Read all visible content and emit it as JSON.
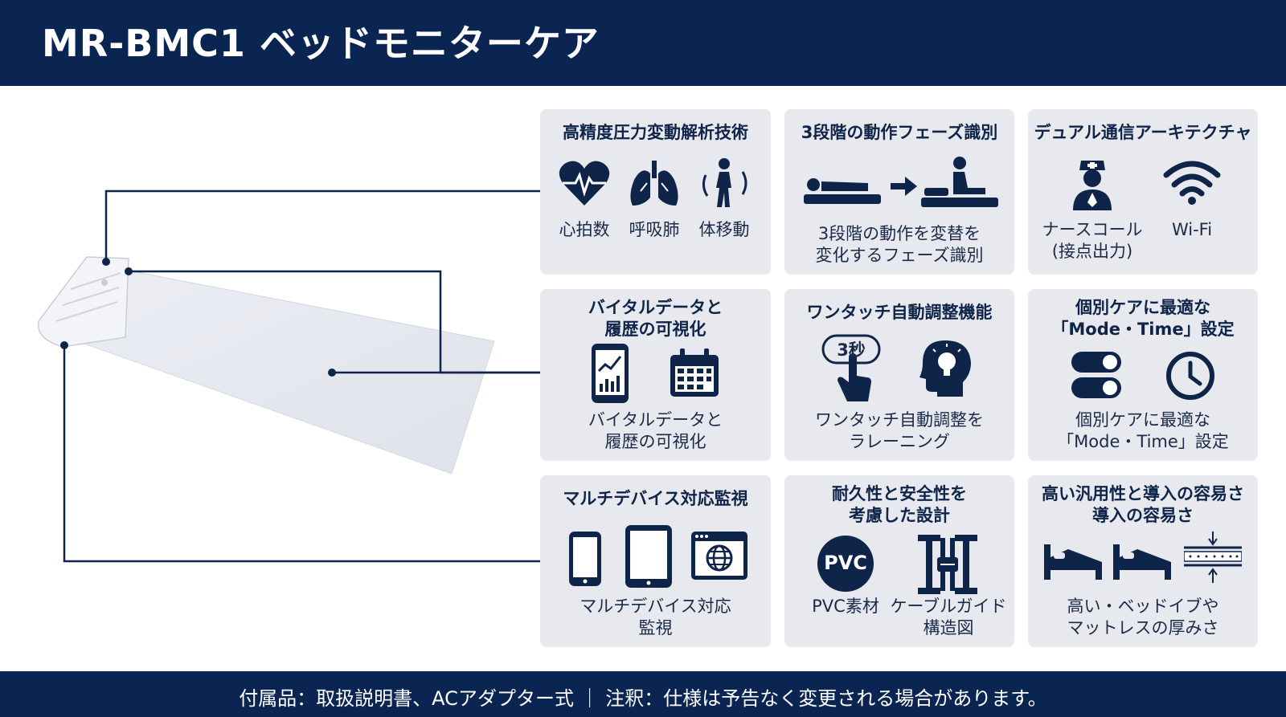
{
  "header": {
    "title": "MR-BMC1 ベッドモニターケア"
  },
  "footer": {
    "text": "付属品：取扱説明書、ACアダプター式 ｜ 注釈：仕様は予告なく変更される場合があります。"
  },
  "colors": {
    "navy": "#0b2553",
    "panel": "#e7e9ee",
    "line": "#0e2449"
  },
  "panels": {
    "p1": {
      "title": "高精度圧力変動解析技術",
      "items": [
        {
          "icon": "heart-pulse-icon",
          "label": "心拍数"
        },
        {
          "icon": "lungs-icon",
          "label": "呼吸肺"
        },
        {
          "icon": "person-moving-icon",
          "label": "体移動"
        }
      ]
    },
    "p2": {
      "title": "3段階の動作フェーズ識別",
      "icons": [
        "lying-person-icon",
        "arrow-right-icon",
        "sitting-up-person-icon"
      ],
      "caption1": "3段階の動作を変替を",
      "caption2": "変化するフェーズ識別"
    },
    "p3": {
      "title": "デュアル通信アーキテクチャ",
      "items": [
        {
          "icon": "nurse-icon",
          "label1": "ナースコール",
          "label2": "(接点出力)"
        },
        {
          "icon": "wifi-icon",
          "label1": "Wi-Fi"
        }
      ]
    },
    "p4": {
      "title1": "バイタルデータと",
      "title2": "履歴の可視化",
      "icons": [
        "smartphone-chart-icon",
        "calendar-icon"
      ],
      "caption1": "バイタルデータと",
      "caption2": "履歴の可視化"
    },
    "p5": {
      "title": "ワンタッチ自動調整機能",
      "badge": "3秒",
      "icons": [
        "finger-tap-icon",
        "head-lightbulb-icon"
      ],
      "caption1": "ワンタッチ自動調整を",
      "caption2": "ラレーニング"
    },
    "p6": {
      "title1": "個別ケアに最適な",
      "title2": "「Mode・Time」設定",
      "icons": [
        "toggle-switches-icon",
        "clock-icon"
      ],
      "caption1": "個別ケアに最適な",
      "caption2": "「Mode・Time」設定"
    },
    "p7": {
      "title": "マルチデバイス対応監視",
      "icons": [
        "smartphone-icon",
        "tablet-icon",
        "browser-globe-icon"
      ],
      "caption1": "マルチデバイス対応",
      "caption2": "監視"
    },
    "p8": {
      "title1": "耐久性と安全性を",
      "title2": "考慮した設計",
      "badge": "PVC",
      "items": [
        {
          "icon": "pvc-badge-icon",
          "label1": "PVC素材"
        },
        {
          "icon": "cable-guide-icon",
          "label1": "ケーブルガイド",
          "label2": "構造図"
        }
      ]
    },
    "p9": {
      "title1": "高い汎用性と導入の容易さ",
      "title2": "導入の容易さ",
      "icons": [
        "bed-icon",
        "bed-icon",
        "mattress-layer-icon"
      ],
      "caption1": "高い・ベッドイブや",
      "caption2": "マットレスの厚みさ"
    }
  }
}
